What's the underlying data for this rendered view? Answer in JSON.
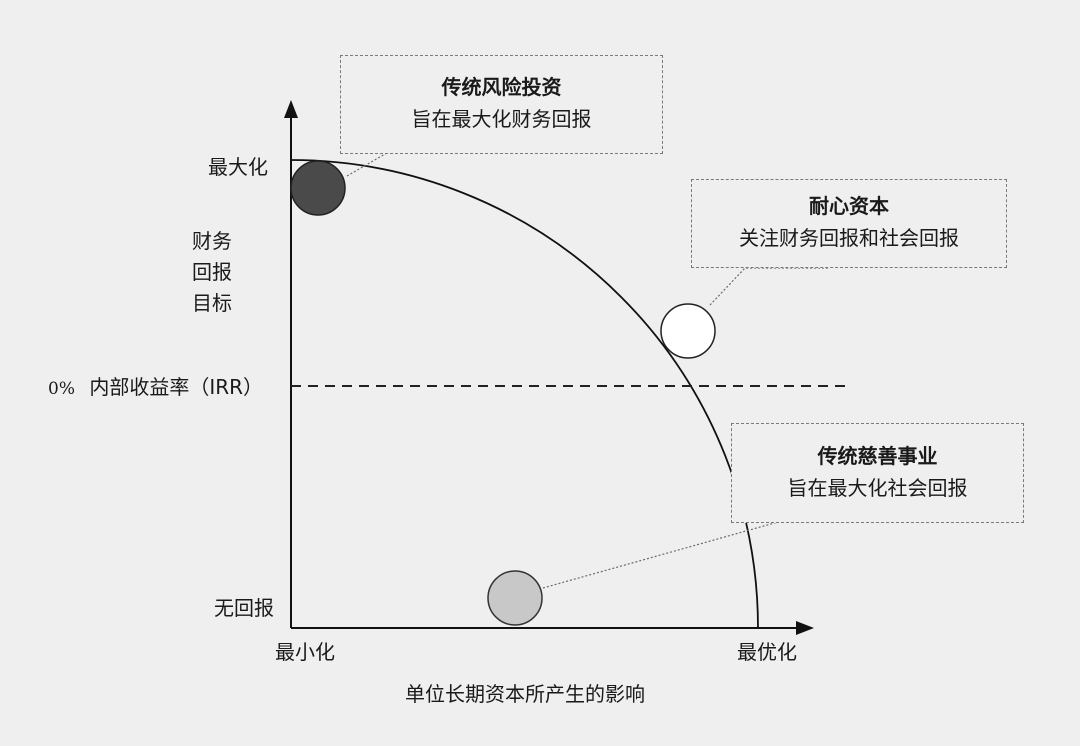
{
  "diagram": {
    "y_axis": {
      "title_lines": [
        "财务",
        "回报",
        "目标"
      ],
      "top_label": "最大化",
      "bottom_label": "无回报"
    },
    "x_axis": {
      "title": "单位长期资本所产生的影响",
      "left_label": "最小化",
      "right_label": "最优化"
    },
    "threshold": {
      "pct": "0%",
      "label": "内部收益率（IRR）"
    },
    "callouts": {
      "venture": {
        "title": "传统风险投资",
        "subtitle": "旨在最大化财务回报"
      },
      "patient": {
        "title": "耐心资本",
        "subtitle": "关注财务回报和社会回报"
      },
      "philanthropy": {
        "title": "传统慈善事业",
        "subtitle": "旨在最大化社会回报"
      }
    },
    "colors": {
      "background": "#efefef",
      "venture_fill": "#4a4a4a",
      "patient_fill": "#ffffff",
      "philanthropy_fill": "#c8c8c8"
    }
  }
}
